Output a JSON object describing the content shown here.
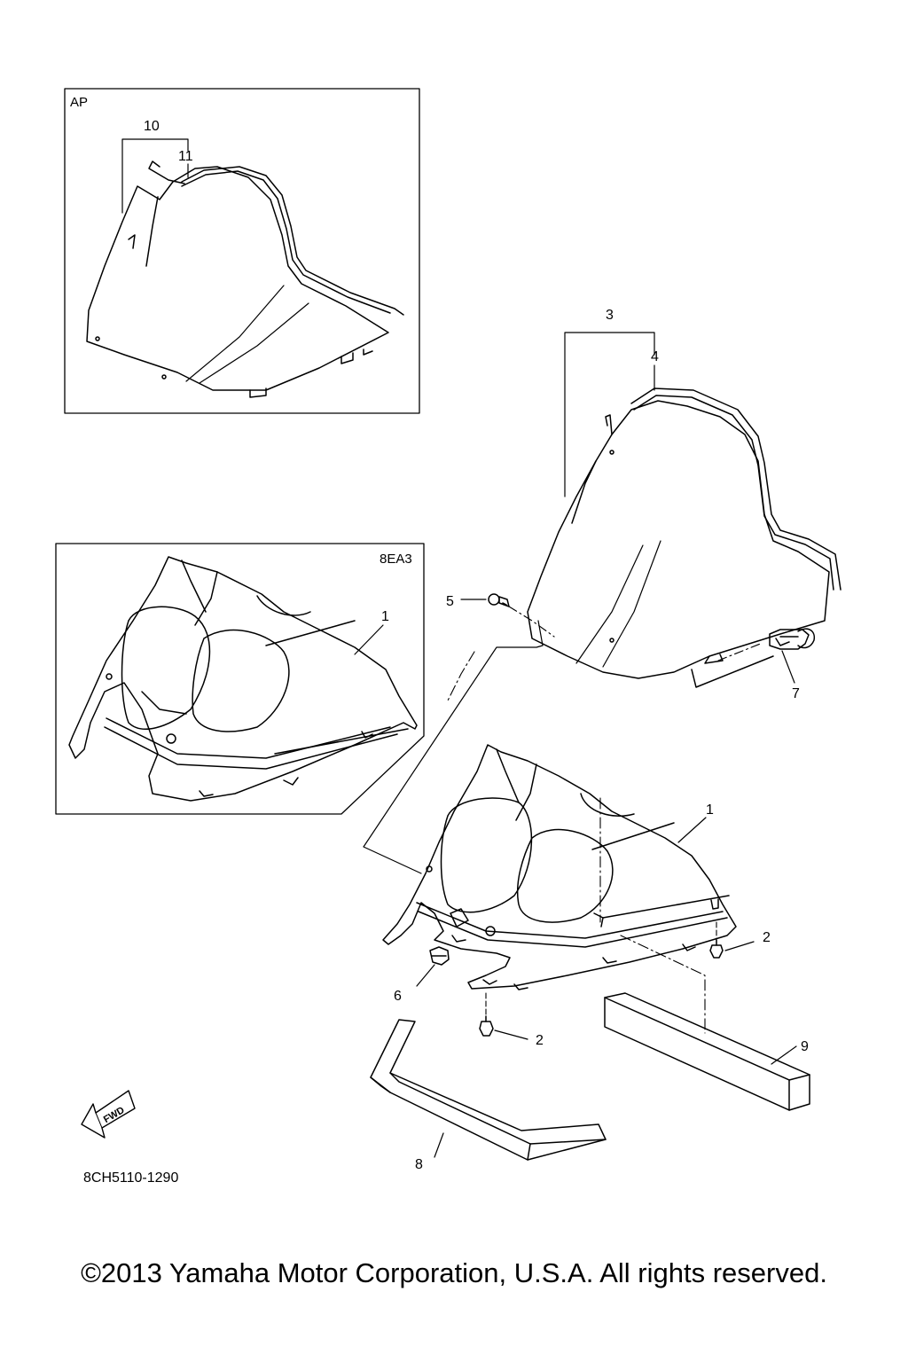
{
  "insets": {
    "ap": {
      "label": "AP"
    },
    "eightEA3": {
      "label": "8EA3"
    }
  },
  "callouts": {
    "c1": "1",
    "c1b": "1",
    "c2a": "2",
    "c2b": "2",
    "c3": "3",
    "c4": "4",
    "c5": "5",
    "c6": "6",
    "c7": "7",
    "c8": "8",
    "c9": "9",
    "c10": "10",
    "c11": "11"
  },
  "fwd_label": "FWD",
  "diagram_code": "8CH5110-1290",
  "copyright": "©2013 Yamaha Motor Corporation, U.S.A. All rights reserved."
}
